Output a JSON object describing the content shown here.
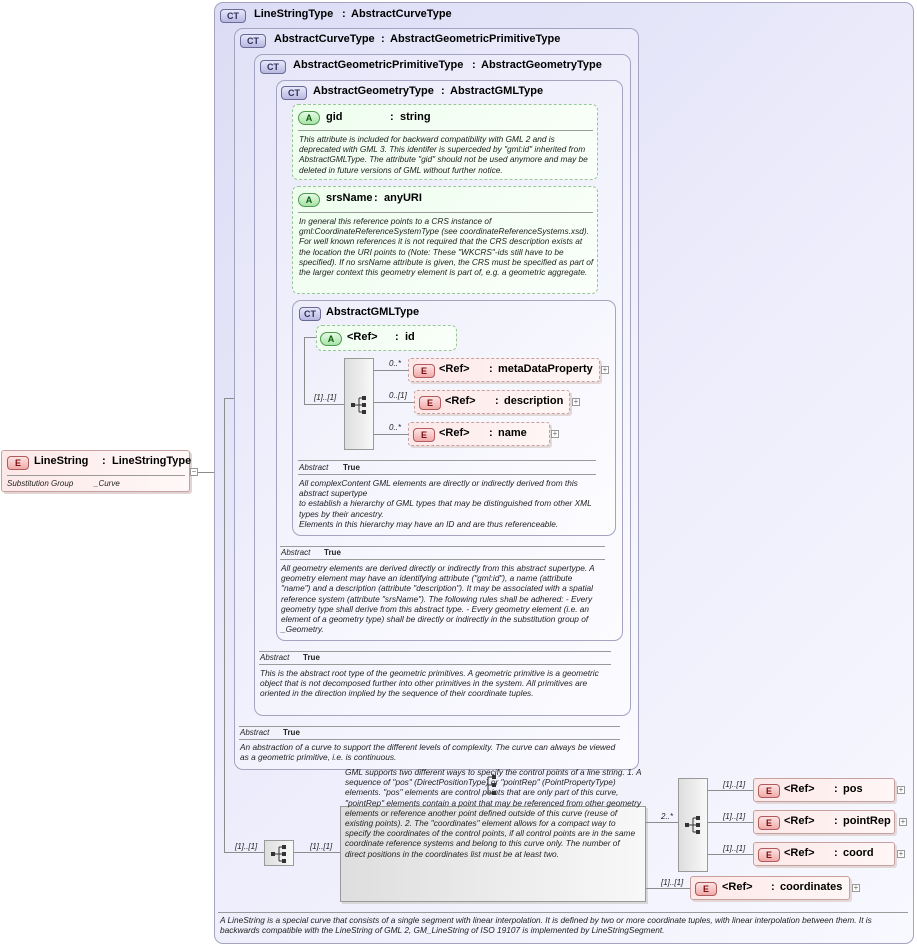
{
  "root": {
    "badge": "E",
    "name": "LineString",
    "type": "LineStringType",
    "subst_label": "Substitution Group",
    "subst_value": "_Curve"
  },
  "ct_badge": "CT",
  "line_string_type": {
    "name": "LineStringType",
    "base": "AbstractCurveType"
  },
  "abstract_curve_type": {
    "name": "AbstractCurveType",
    "base": "AbstractGeometricPrimitiveType"
  },
  "abstract_geometric_primitive_type": {
    "name": "AbstractGeometricPrimitiveType",
    "base": "AbstractGeometryType"
  },
  "abstract_geometry_type": {
    "name": "AbstractGeometryType",
    "base": "AbstractGMLType"
  },
  "sep_colon": ":",
  "attr_badge": "A",
  "elem_badge": "E",
  "gid": {
    "name": "gid",
    "type": "string",
    "doc": "This attribute is included for backward compatibility with GML 2 and is deprecated with GML 3. This identifer is superceded by \"gml:id\" inherited from AbstractGMLType. The attribute \"gid\" should not be used anymore and may be deleted in future versions of GML without further notice."
  },
  "srsname": {
    "name": "srsName",
    "type": "anyURI",
    "doc": "In general this reference points to a CRS instance of gml:CoordinateReferenceSystemType (see coordinateReferenceSystems.xsd). For well known references it is not required that the CRS description exists at the location the URI points to (Note: These \"WKCRS\"-ids still have to be specified).  If no srsName attribute is given, the CRS must be specified as part of the larger context this geometry element is part of, e.g. a geometric aggregate."
  },
  "gml_type": {
    "name": "AbstractGMLType",
    "id_ref": "<Ref>",
    "id_name": "id",
    "seq_mult": "[1]..[1]",
    "children": [
      {
        "mult": "0..*",
        "ref": "<Ref>",
        "name": "metaDataProperty"
      },
      {
        "mult": "0..[1]",
        "ref": "<Ref>",
        "name": "description"
      },
      {
        "mult": "0..*",
        "ref": "<Ref>",
        "name": "name"
      }
    ],
    "abstract_label": "Abstract",
    "abstract_value": "True",
    "doc": "All complexContent GML elements are directly or indirectly derived from this abstract supertype\nto establish a hierarchy of GML types that may be distinguished from other XML types by their ancestry.\nElements in this hierarchy may have an ID and are thus referenceable."
  },
  "geometry_doc": {
    "abstract_label": "Abstract",
    "abstract_value": "True",
    "doc": "All geometry elements are derived directly or indirectly from this abstract supertype. A geometry element may have an identifying attribute (\"gml:id\"), a name (attribute \"name\") and a description (attribute \"description\"). It may be associated with a spatial reference system (attribute \"srsName\"). The following rules shall be adhered: - Every geometry type shall derive from this abstract type. - Every geometry element (i.e. an element of a geometry type) shall be directly or indirectly in the substitution group of _Geometry."
  },
  "primitive_doc": {
    "abstract_label": "Abstract",
    "abstract_value": "True",
    "doc": "This is the abstract root type of the geometric primitives. A geometric primitive is a geometric object that is not decomposed further into other primitives in the system. All primitives are oriented in the direction implied by the sequence of their coordinate tuples."
  },
  "curve_doc": {
    "abstract_label": "Abstract",
    "abstract_value": "True",
    "doc": "An abstraction of a curve to support the different levels of complexity. The curve can always be viewed as a geometric primitive, i.e. is continuous."
  },
  "linestring_seq": {
    "outer_mult": "[1]..[1]",
    "inner_mult": "[1]..[1]",
    "choice_doc": "GML supports two different ways to specify the control points of a line string. 1. A sequence of \"pos\" (DirectPositionType) or \"pointRep\" (PointPropertyType) elements. \"pos\" elements are control points that are only part of this curve, \"pointRep\" elements contain a point that may be referenced from other geometry elements or reference another point defined outside of this curve (reuse of existing points). 2. The \"coordinates\" element allows for a compact way to specify the coordinates of the control points, if all control points are in the same coordinate reference systems and belong to this curve only. The number of direct positions in the coordinates list must be at least two.",
    "choice_mult": "2..*",
    "choices": [
      {
        "mult": "[1]..[1]",
        "ref": "<Ref>",
        "name": "pos"
      },
      {
        "mult": "[1]..[1]",
        "ref": "<Ref>",
        "name": "pointRep"
      },
      {
        "mult": "[1]..[1]",
        "ref": "<Ref>",
        "name": "coord"
      }
    ],
    "coords": {
      "mult": "[1]..[1]",
      "ref": "<Ref>",
      "name": "coordinates"
    }
  },
  "bottom_doc": "A LineString is a special curve that consists of a single segment with linear interpolation. It is defined by two or more coordinate tuples, with linear interpolation between them. It is backwards compatible with the LineString of GML 2, GM_LineString of ISO 19107 is implemented by LineStringSegment."
}
